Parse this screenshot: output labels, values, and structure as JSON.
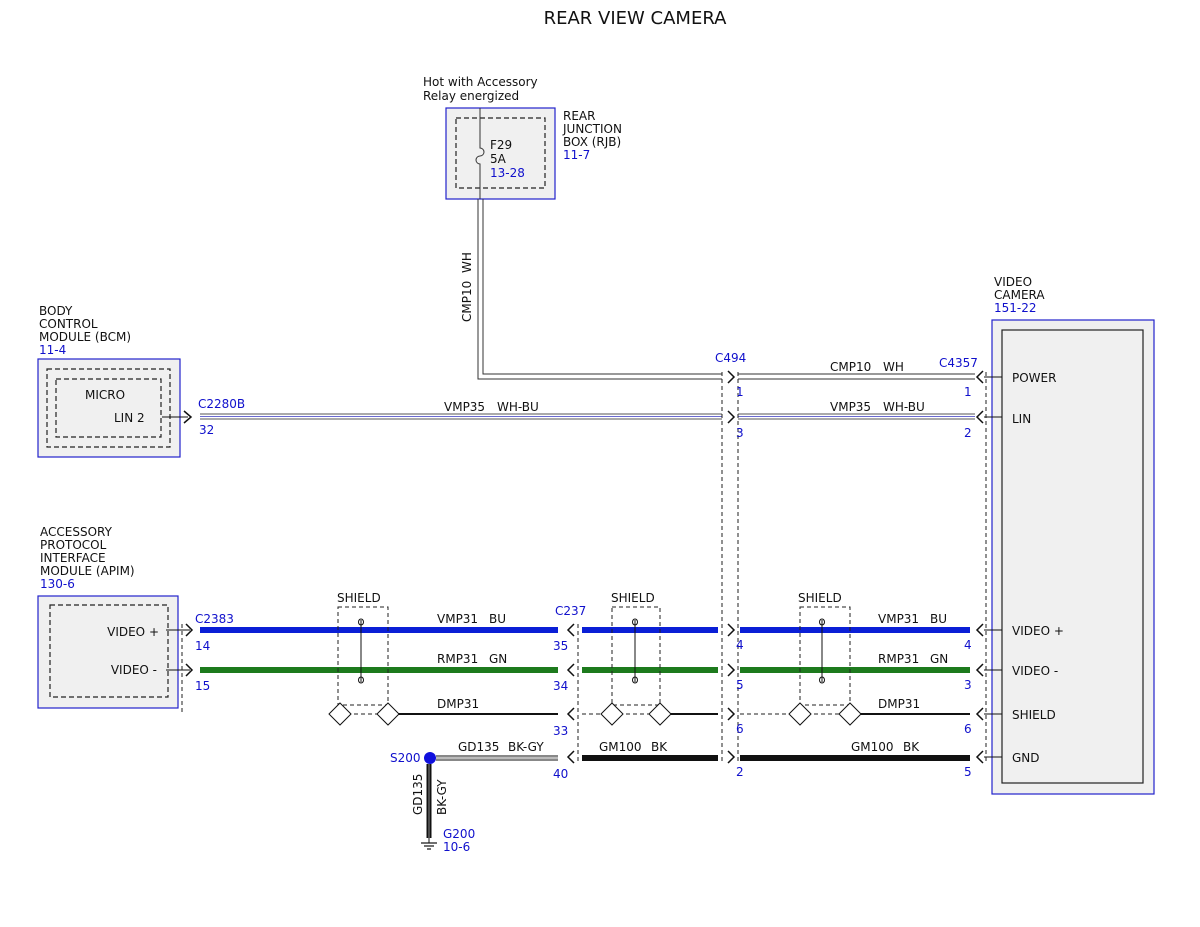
{
  "title": "REAR VIEW CAMERA",
  "rjb": {
    "note1": "Hot with Accessory",
    "note2": "Relay energized",
    "name1": "REAR",
    "name2": "JUNCTION",
    "name3": "BOX (RJB)",
    "ref": "11-7",
    "fuse": "F29",
    "amps": "5A",
    "fuse_ref": "13-28"
  },
  "bcm": {
    "name1": "BODY",
    "name2": "CONTROL",
    "name3": "MODULE (BCM)",
    "ref": "11-4",
    "micro": "MICRO",
    "lin": "LIN 2"
  },
  "apim": {
    "name1": "ACCESSORY",
    "name2": "PROTOCOL",
    "name3": "INTERFACE",
    "name4": "MODULE (APIM)",
    "ref": "130-6",
    "vplus": "VIDEO +",
    "vminus": "VIDEO -"
  },
  "camera": {
    "name1": "VIDEO",
    "name2": "CAMERA",
    "ref": "151-22",
    "power": "POWER",
    "lin": "LIN",
    "vplus": "VIDEO +",
    "vminus": "VIDEO -",
    "shield": "SHIELD",
    "gnd": "GND"
  },
  "connectors": {
    "c2280b": "C2280B",
    "c2280b_pin": "32",
    "c494": "C494",
    "c4357": "C4357",
    "c2383": "C2383",
    "c2383_pin14": "14",
    "c2383_pin15": "15",
    "c237": "C237",
    "c237_pin35": "35",
    "c237_pin34": "34",
    "c237_pin33": "33",
    "c237_pin40": "40",
    "c494_pin1": "1",
    "c494_pin3": "3",
    "c494_pin4": "4",
    "c494_pin5": "5",
    "c494_pin6": "6",
    "c494_pin2": "2",
    "c4357_pin1": "1",
    "c4357_pin2": "2",
    "c4357_pin4": "4",
    "c4357_pin3": "3",
    "c4357_pin6": "6",
    "c4357_pin5": "5"
  },
  "wires": {
    "cmp10": "CMP10",
    "wh": "WH",
    "vmp35": "VMP35",
    "whbu": "WH-BU",
    "vmp31": "VMP31",
    "bu": "BU",
    "rmp31": "RMP31",
    "gn": "GN",
    "dmp31": "DMP31",
    "gd135": "GD135",
    "bkgy": "BK-GY",
    "gm100": "GM100",
    "bk": "BK"
  },
  "shield_label": "SHIELD",
  "splice": {
    "name": "S200"
  },
  "ground": {
    "name": "G200",
    "ref": "10-6"
  },
  "colors": {
    "blue_wire": "#0a1fd6",
    "green_wire": "#1d7a1d",
    "ref_text": "#1010cc"
  }
}
